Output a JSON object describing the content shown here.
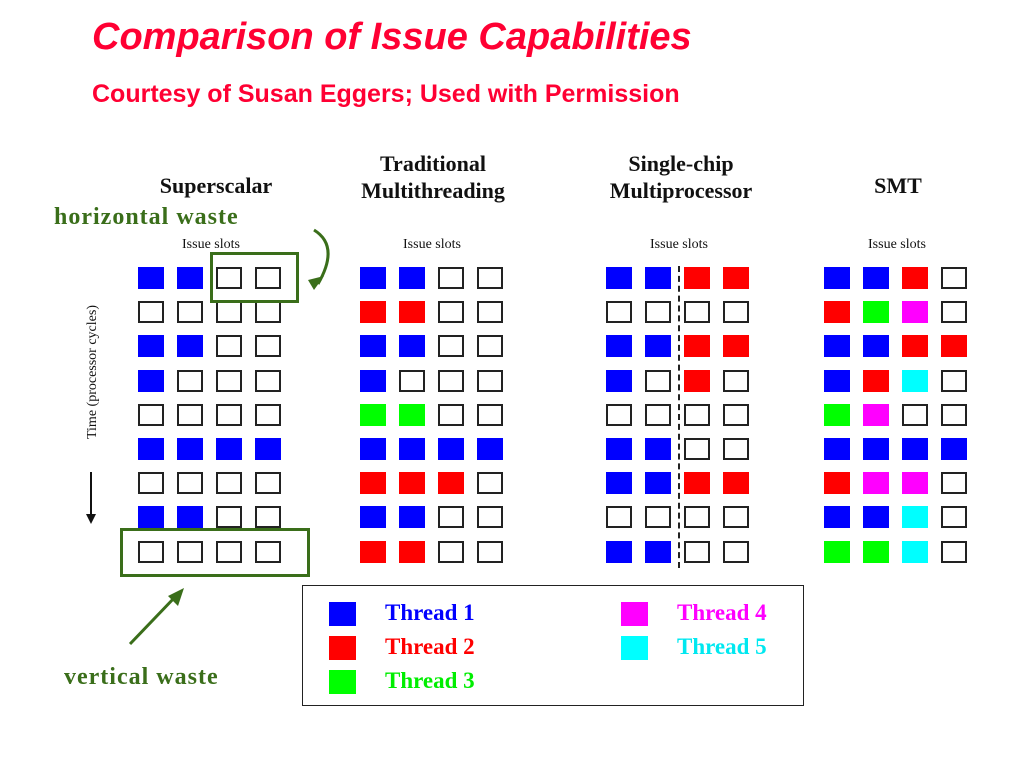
{
  "title": "Comparison of Issue Capabilities",
  "subtitle": "Courtesy of Susan Eggers; Used with Permission",
  "axis_label": "Time (processor cycles)",
  "annotations": {
    "horizontal_waste": "horizontal waste",
    "vertical_waste": "vertical waste"
  },
  "colors": {
    "thread1": "#0000ff",
    "thread2": "#ff0000",
    "thread3": "#00ff00",
    "thread4": "#ff00ff",
    "thread5": "#00ffff",
    "annotation": "#3a6e1a",
    "title": "#ff0033"
  },
  "panels": [
    {
      "title_lines": [
        "Superscalar"
      ],
      "slot_label": "Issue slots",
      "rows": [
        [
          1,
          1,
          0,
          0
        ],
        [
          0,
          0,
          0,
          0
        ],
        [
          1,
          1,
          0,
          0
        ],
        [
          1,
          0,
          0,
          0
        ],
        [
          0,
          0,
          0,
          0
        ],
        [
          1,
          1,
          1,
          1
        ],
        [
          0,
          0,
          0,
          0
        ],
        [
          1,
          1,
          0,
          0
        ],
        [
          0,
          0,
          0,
          0
        ]
      ]
    },
    {
      "title_lines": [
        "Traditional",
        "Multithreading"
      ],
      "slot_label": "Issue slots",
      "rows": [
        [
          1,
          1,
          0,
          0
        ],
        [
          2,
          2,
          0,
          0
        ],
        [
          1,
          1,
          0,
          0
        ],
        [
          1,
          0,
          0,
          0
        ],
        [
          3,
          3,
          0,
          0
        ],
        [
          1,
          1,
          1,
          1
        ],
        [
          2,
          2,
          2,
          0
        ],
        [
          1,
          1,
          0,
          0
        ],
        [
          2,
          2,
          0,
          0
        ]
      ]
    },
    {
      "title_lines": [
        "Single-chip",
        "Multiprocessor"
      ],
      "slot_label": "Issue slots",
      "rows": [
        [
          1,
          1,
          2,
          2
        ],
        [
          0,
          0,
          0,
          0
        ],
        [
          1,
          1,
          2,
          2
        ],
        [
          1,
          0,
          2,
          0
        ],
        [
          0,
          0,
          0,
          0
        ],
        [
          1,
          1,
          0,
          0
        ],
        [
          1,
          1,
          2,
          2
        ],
        [
          0,
          0,
          0,
          0
        ],
        [
          1,
          1,
          0,
          0
        ]
      ]
    },
    {
      "title_lines": [
        "SMT"
      ],
      "slot_label": "Issue slots",
      "rows": [
        [
          1,
          1,
          2,
          0
        ],
        [
          2,
          3,
          4,
          0
        ],
        [
          1,
          1,
          2,
          2
        ],
        [
          1,
          2,
          5,
          0
        ],
        [
          3,
          4,
          0,
          0
        ],
        [
          1,
          1,
          1,
          1
        ],
        [
          2,
          4,
          4,
          0
        ],
        [
          1,
          1,
          5,
          0
        ],
        [
          3,
          3,
          5,
          0
        ]
      ]
    }
  ],
  "legend": [
    {
      "label": "Thread 1",
      "color": "#0000ff"
    },
    {
      "label": "Thread 2",
      "color": "#ff0000"
    },
    {
      "label": "Thread 3",
      "color": "#00ff00"
    },
    {
      "label": "Thread 4",
      "color": "#ff00ff"
    },
    {
      "label": "Thread 5",
      "color": "#00ffff"
    }
  ]
}
